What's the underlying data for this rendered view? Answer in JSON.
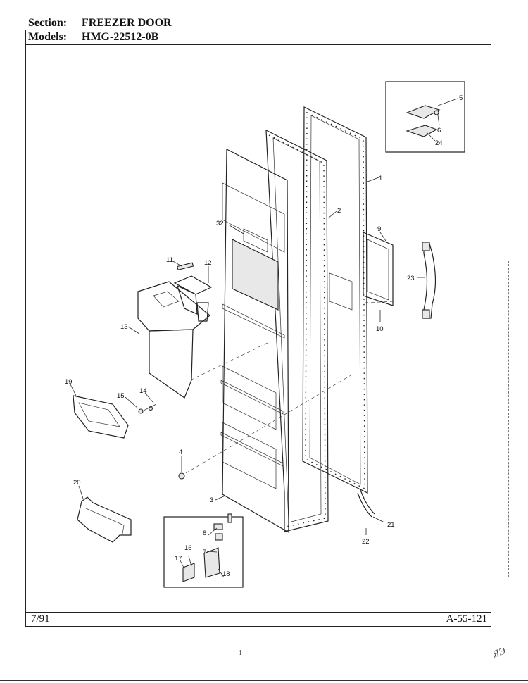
{
  "header": {
    "section_label": "Section:",
    "section_value": "FREEZER DOOR",
    "models_label": "Models:",
    "models_value": "HMG-22512-0B"
  },
  "footer": {
    "date": "7/91",
    "code": "A-55-121"
  },
  "margin": {
    "scrawl": "ЯЭ",
    "stray_mark": "i"
  },
  "callouts": {
    "c1": "1",
    "c2": "2",
    "c3": "3",
    "c4": "4",
    "c5": "5",
    "c6": "6",
    "c7": "7",
    "c8": "8",
    "c9": "9",
    "c10": "10",
    "c11": "11",
    "c12": "12",
    "c13": "13",
    "c14": "14",
    "c15": "15",
    "c16": "16",
    "c17": "17",
    "c18": "18",
    "c19": "19",
    "c20": "20",
    "c21": "21",
    "c22": "22",
    "c23": "23",
    "c24": "24",
    "c32": "32"
  }
}
